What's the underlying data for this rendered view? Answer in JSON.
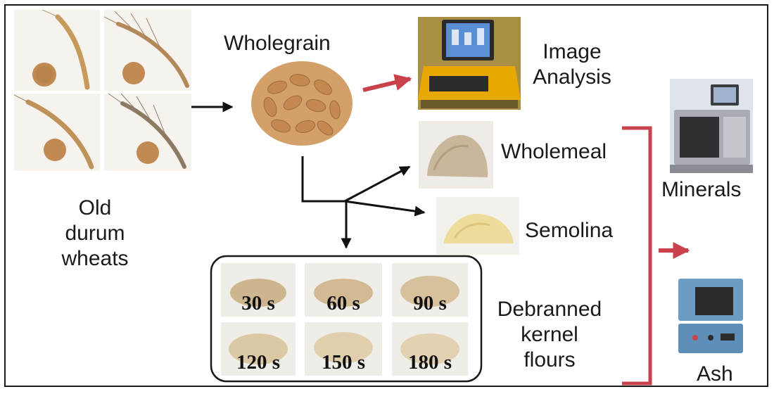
{
  "labels": {
    "old_wheats": [
      "Old",
      "durum",
      "wheats"
    ],
    "wholegrain": "Wholegrain",
    "image_analysis": [
      "Image",
      "Analysis"
    ],
    "wholemeal": "Wholemeal",
    "semolina": "Semolina",
    "debranned": [
      "Debranned",
      "kernel",
      "flours"
    ],
    "minerals": "Minerals",
    "ash": "Ash"
  },
  "debranning_times": [
    "30 s",
    "60 s",
    "90 s",
    "120 s",
    "150 s",
    "180 s"
  ],
  "colors": {
    "red_arrow": "#c8414b",
    "black_arrow": "#111111",
    "grain": "#c9925a",
    "wholemeal": "#c9b79c",
    "semolina": "#eedc9c",
    "instrument_yellow": "#e8a800",
    "furnace_blue": "#6a9cc4"
  },
  "icons": [
    "wheat-spike-icon",
    "image-analyzer-icon",
    "spectrometer-icon",
    "muffle-furnace-icon"
  ]
}
